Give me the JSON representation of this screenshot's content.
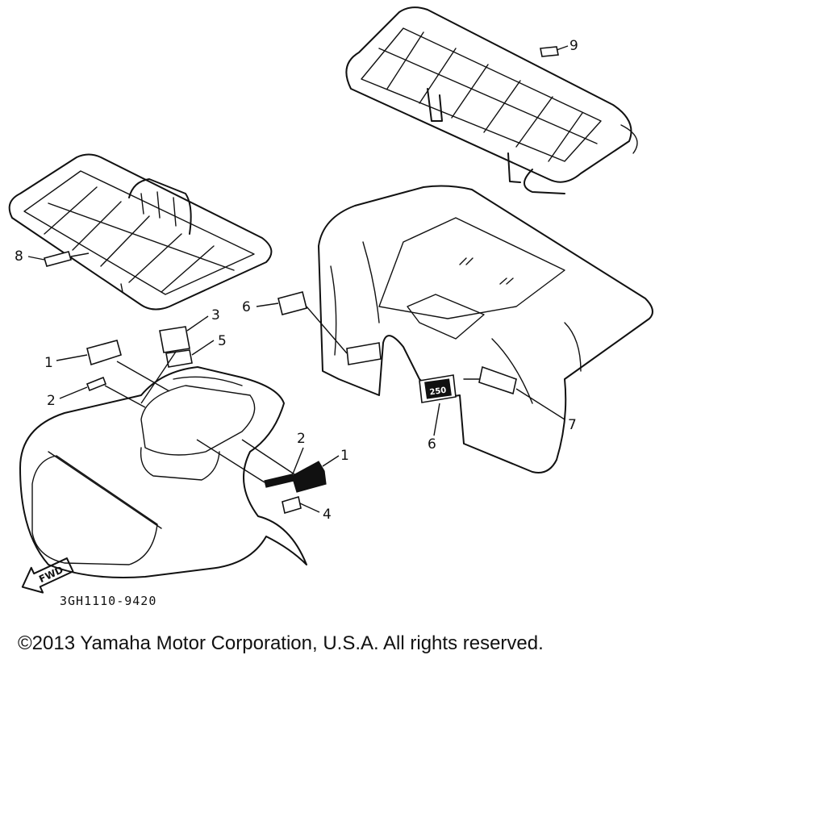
{
  "diagram": {
    "part_code": "3GH1110-9420",
    "fwd_label": "FWD",
    "model_decal": "250",
    "callouts": {
      "c1a": "1",
      "c1b": "1",
      "c2a": "2",
      "c2b": "2",
      "c3": "3",
      "c4": "4",
      "c5": "5",
      "c6a": "6",
      "c6b": "6",
      "c7": "7",
      "c8": "8",
      "c9": "9"
    }
  },
  "footer": {
    "copyright": "©2013 Yamaha Motor Corporation, U.S.A. All rights reserved."
  }
}
